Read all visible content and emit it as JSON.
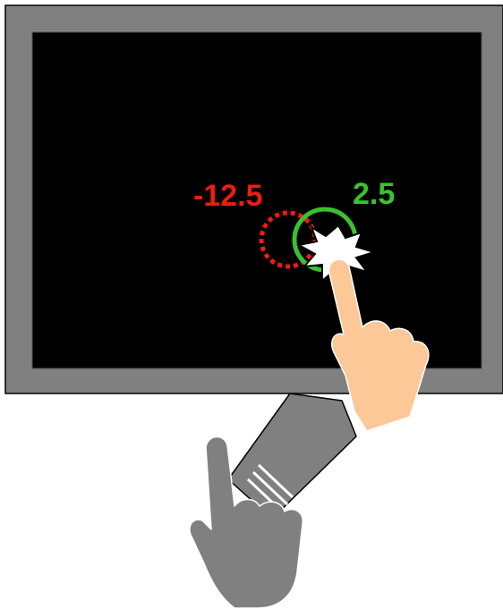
{
  "labels": {
    "miss_value": "-12.5",
    "hit_value": "2.5"
  },
  "colors": {
    "monitor_frame": "#808080",
    "screen": "#000000",
    "miss": "#ee1c0f",
    "hit": "#39c22e",
    "hand_skin": "#fdc898",
    "ghost_hand": "#808080",
    "background": "#ffffff"
  },
  "icons": {
    "target_miss": "dotted-circle",
    "target_hit": "solid-circle",
    "touch": "starburst",
    "motion": "arrow-with-speed-lines",
    "hand_start": "gray-pointing-hand",
    "hand_end": "skin-pointing-hand"
  }
}
